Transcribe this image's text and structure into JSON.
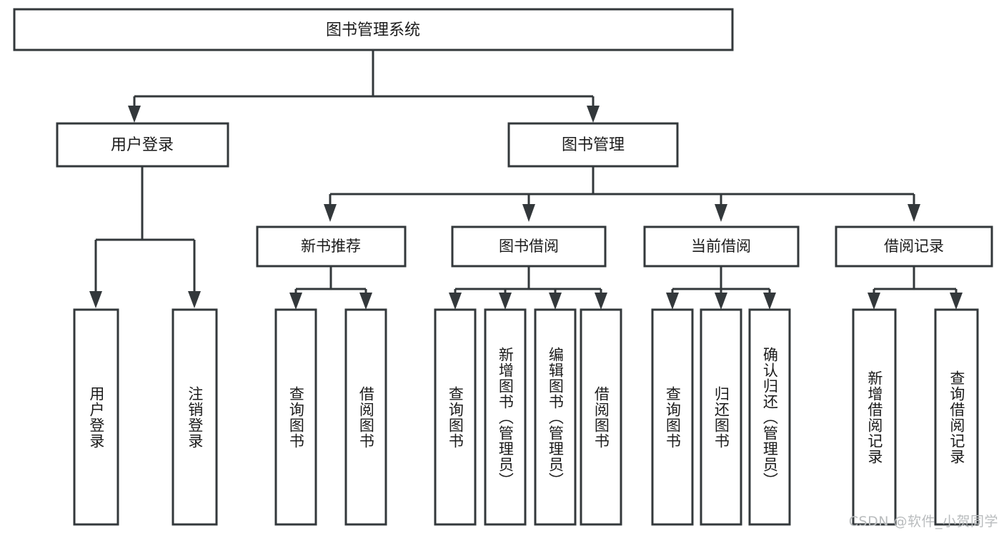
{
  "diagram": {
    "title": "图书管理系统",
    "watermark": "CSDN @软件_小贺同学",
    "colors": {
      "stroke": "#33383b",
      "box_fill": "#ffffff",
      "text": "#1b1b1b",
      "watermark": "#b9bcbe",
      "background": "#ffffff"
    },
    "root": {
      "label": "图书管理系统"
    },
    "level2": [
      {
        "label": "用户登录"
      },
      {
        "label": "图书管理"
      }
    ],
    "level3": [
      {
        "label": "新书推荐"
      },
      {
        "label": "图书借阅"
      },
      {
        "label": "当前借阅"
      },
      {
        "label": "借阅记录"
      }
    ],
    "leaves": {
      "user_login": [
        {
          "label": "用户登录"
        },
        {
          "label": "注销登录"
        }
      ],
      "new_book": [
        {
          "label": "查询图书"
        },
        {
          "label": "借阅图书"
        }
      ],
      "book_borrow": [
        {
          "label": "查询图书"
        },
        {
          "label": "新增图书（管理员）"
        },
        {
          "label": "编辑图书（管理员）"
        },
        {
          "label": "借阅图书"
        }
      ],
      "current_borrow": [
        {
          "label": "查询图书"
        },
        {
          "label": "归还图书"
        },
        {
          "label": "确认归还（管理员）"
        }
      ],
      "borrow_record": [
        {
          "label": "新增借阅记录"
        },
        {
          "label": "查询借阅记录"
        }
      ]
    }
  }
}
